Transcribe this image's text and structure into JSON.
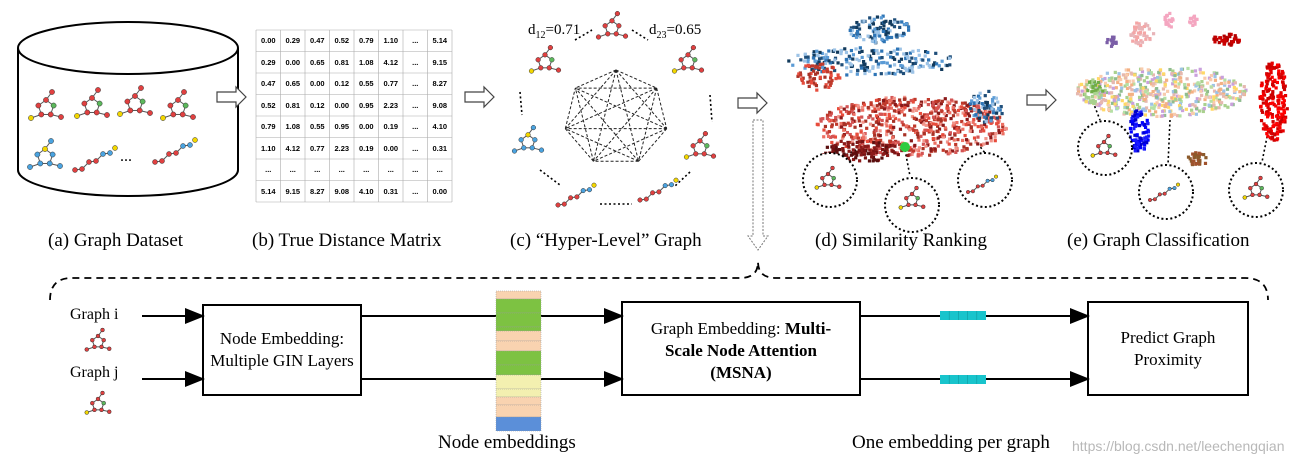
{
  "captions": {
    "a": "(a) Graph Dataset",
    "b": "(b) True Distance Matrix",
    "c": "(c) “Hyper-Level” Graph",
    "d": "(d) Similarity Ranking",
    "e": "(e) Graph Classification"
  },
  "dataset": {
    "ellipsis": "..."
  },
  "distance_matrix": {
    "rows": [
      [
        "0.00",
        "0.29",
        "0.47",
        "0.52",
        "0.79",
        "1.10",
        "...",
        "5.14"
      ],
      [
        "0.29",
        "0.00",
        "0.65",
        "0.81",
        "1.08",
        "4.12",
        "...",
        "9.15"
      ],
      [
        "0.47",
        "0.65",
        "0.00",
        "0.12",
        "0.55",
        "0.77",
        "...",
        "8.27"
      ],
      [
        "0.52",
        "0.81",
        "0.12",
        "0.00",
        "0.95",
        "2.23",
        "...",
        "9.08"
      ],
      [
        "0.79",
        "1.08",
        "0.55",
        "0.95",
        "0.00",
        "0.19",
        "...",
        "4.10"
      ],
      [
        "1.10",
        "4.12",
        "0.77",
        "2.23",
        "0.19",
        "0.00",
        "...",
        "0.31"
      ],
      [
        "...",
        "...",
        "...",
        "...",
        "...",
        "...",
        "...",
        "..."
      ],
      [
        "5.14",
        "9.15",
        "8.27",
        "9.08",
        "4.10",
        "0.31",
        "...",
        "0.00"
      ]
    ]
  },
  "hyper_graph": {
    "d12": {
      "base": "d",
      "sub": "12",
      "val": "=0.71"
    },
    "d23": {
      "base": "d",
      "sub": "23",
      "val": "=0.65"
    }
  },
  "bottom": {
    "graph_i": "Graph i",
    "graph_j": "Graph j",
    "node_embedding_box": [
      "Node Embedding:",
      "Multiple GIN Layers"
    ],
    "graph_embedding_box": {
      "line1_plain": "Graph Embedding: ",
      "line1_bold": "Multi-",
      "line2_bold": "Scale Node Attention",
      "line3_bold": "(MSNA)"
    },
    "predict_box": [
      "Predict Graph",
      "Proximity"
    ],
    "node_embeddings_label": "Node embeddings",
    "one_embedding_label": "One embedding per graph"
  },
  "watermark": "https://blog.csdn.net/leechengqian",
  "colors": {
    "node_red": "#e04040",
    "node_blue": "#4aa3e0",
    "node_green": "#5cb85c",
    "node_yellow": "#f2d600",
    "emb_cyan": "#18c4cc",
    "emb_green": "#7dc242",
    "emb_peach": "#f9d3b0",
    "emb_blue": "#5b8fd9",
    "emb_yellow": "#f3f0b0"
  }
}
